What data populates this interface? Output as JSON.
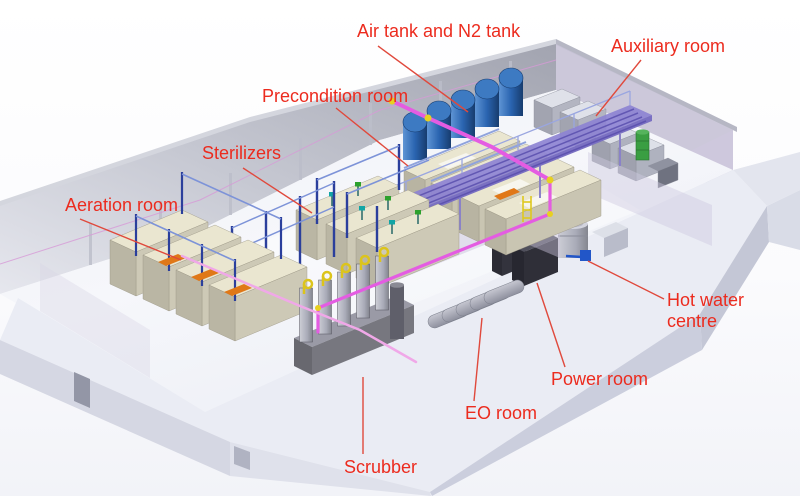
{
  "diagram": {
    "labels": {
      "air_tank": "Air tank and N2 tank",
      "auxiliary": "Auxiliary room",
      "precondition": "Precondition room",
      "sterilizers": "Sterilizers",
      "aeration": "Aeration room",
      "hot_water": "Hot water centre",
      "power": "Power room",
      "eo": "EO room",
      "scrubber": "Scrubber"
    },
    "colors": {
      "label_text": "#ec2b1e",
      "leader_line": "#e0493c",
      "wall_gray": "#aeb0bb",
      "floor_light": "#f4f5f9",
      "machine_cream": "#eae6d0",
      "tank_blue": "#2d66ae",
      "pipe_magenta": "#e45ce2",
      "pipe_pink": "#f0a8e8",
      "pipe_yellow": "#e0c820",
      "deck_violet": "#8d83d2",
      "frame_navy": "#2b3f9c",
      "valve_teal": "#12a5a5",
      "accent_orange": "#e07818",
      "tank_green": "#3a9e42",
      "cabinet_dark": "#2f2f38"
    }
  }
}
